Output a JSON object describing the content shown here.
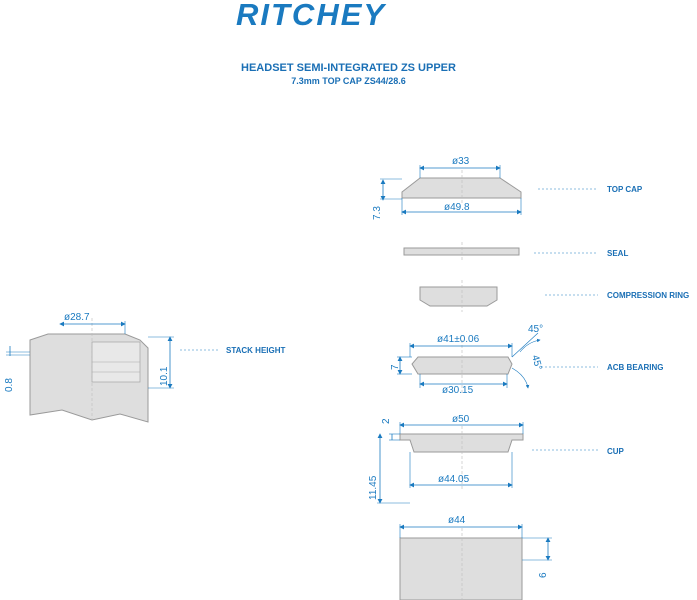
{
  "header": {
    "logo": "RITCHEY",
    "title": "HEADSET SEMI-INTEGRATED ZS UPPER",
    "subtitle": "7.3mm TOP CAP ZS44/28.6"
  },
  "labels": {
    "top_cap": "TOP CAP",
    "seal": "SEAL",
    "compression_ring": "COMPRESSION RING",
    "acb_bearing": "ACB BEARING",
    "cup": "CUP",
    "stack_height": "STACK HEIGHT"
  },
  "dims": {
    "topcap_top": "ø33",
    "topcap_bottom": "ø49.8",
    "topcap_height": "7.3",
    "bearing_outer": "ø41±0.06",
    "bearing_angle_top": "45°",
    "bearing_angle_side": "45°",
    "bearing_height": "7",
    "bearing_inner": "ø30.15",
    "cup_outer": "ø50",
    "cup_flange": "2",
    "cup_inner": "ø44.05",
    "cup_height": "11.45",
    "frame_diameter": "ø44",
    "frame_depth": "6",
    "steerer_diameter": "ø28.7",
    "stack_gap": "0.8",
    "stack_height": "10.1"
  },
  "colors": {
    "brand_blue": "#1a7ac0",
    "part_gray": "#dedede",
    "outline_gray": "#9a9a9a"
  }
}
